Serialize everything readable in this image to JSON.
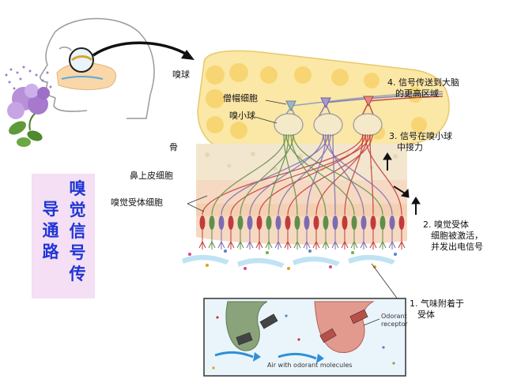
{
  "labels": {
    "olfactory_bulb": "嗅球",
    "mitral_cell": "僧帽细胞",
    "glomerulus": "嗅小球",
    "bone": "骨",
    "olfactory_epithelium": "鼻上皮细胞",
    "receptor_cell": "嗅觉受体细胞"
  },
  "steps": {
    "step4_line1": "4. 信号传送到大脑",
    "step4_line2": "的更高区域",
    "step3_line1": "3. 信号在嗅小球",
    "step3_line2": "中接力",
    "step2_line1": "2. 嗅觉受体",
    "step2_line2": "细胞被激活，",
    "step2_line3": "并发出电信号",
    "step1_line1": "1. 气味附着于",
    "step1_line2": "受体"
  },
  "title": {
    "col1": "嗅觉信号传",
    "col2": "导通路"
  },
  "inset": {
    "odorant_receptor_line1": "Odorant",
    "odorant_receptor_line2": "receptor",
    "air_label": "Air with odorant molecules"
  },
  "colors": {
    "bulb": "#fbe7a6",
    "bulb_circle": "#f7d36a",
    "bone": "#f3e6cf",
    "epithelium": "#f6d9c2",
    "neuron_red": "#c23a3a",
    "neuron_green": "#5f8f4a",
    "neuron_purple": "#7d6bb0",
    "title_text": "#1f35d6",
    "title_bg": "#f4dff4"
  }
}
